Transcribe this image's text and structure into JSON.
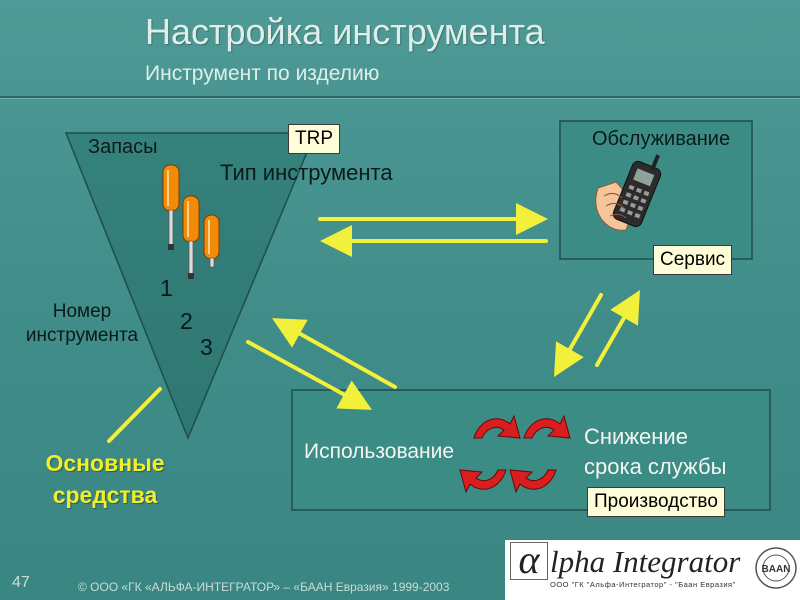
{
  "header": {
    "title": "Настройка инструмента",
    "subtitle": "Инструмент по изделию"
  },
  "diagram": {
    "stock_label": "Запасы",
    "tool_type_label": "Тип инструмента",
    "trp_box": "TRP",
    "tool_number_label": "Номер\nинструмента",
    "numbers": [
      "1",
      "2",
      "3"
    ],
    "fixed_assets_label": "Основные\nсредства",
    "service_area_label": "Обслуживание",
    "service_box": "Сервис",
    "usage_label": "Использование",
    "lifetime_label": "Снижение\nсрока службы",
    "production_box": "Производство"
  },
  "footer": {
    "slide_number": "47",
    "copyright": "© ООО «ГК «АЛЬФА-ИНТЕГРАТОР» – «БААН Евразия» 1999-2003"
  },
  "logo": {
    "alpha_glyph": "α",
    "text": "lpha Integrator",
    "subtext": "ООО \"ГК \"Альфа-Интегратор\" - \"Баан Евразия\"",
    "seal_text": "BAAN"
  },
  "colors": {
    "background": "#4a9590",
    "triangle": "#36807a",
    "panel": "#3a8a85",
    "arrow_yellow": "#f2f03a",
    "label_yellow": "#f2ef2a",
    "box_fill": "#fffdd8",
    "screwdriver_orange": "#f28a0a",
    "cycle_red": "#d81e1e"
  }
}
